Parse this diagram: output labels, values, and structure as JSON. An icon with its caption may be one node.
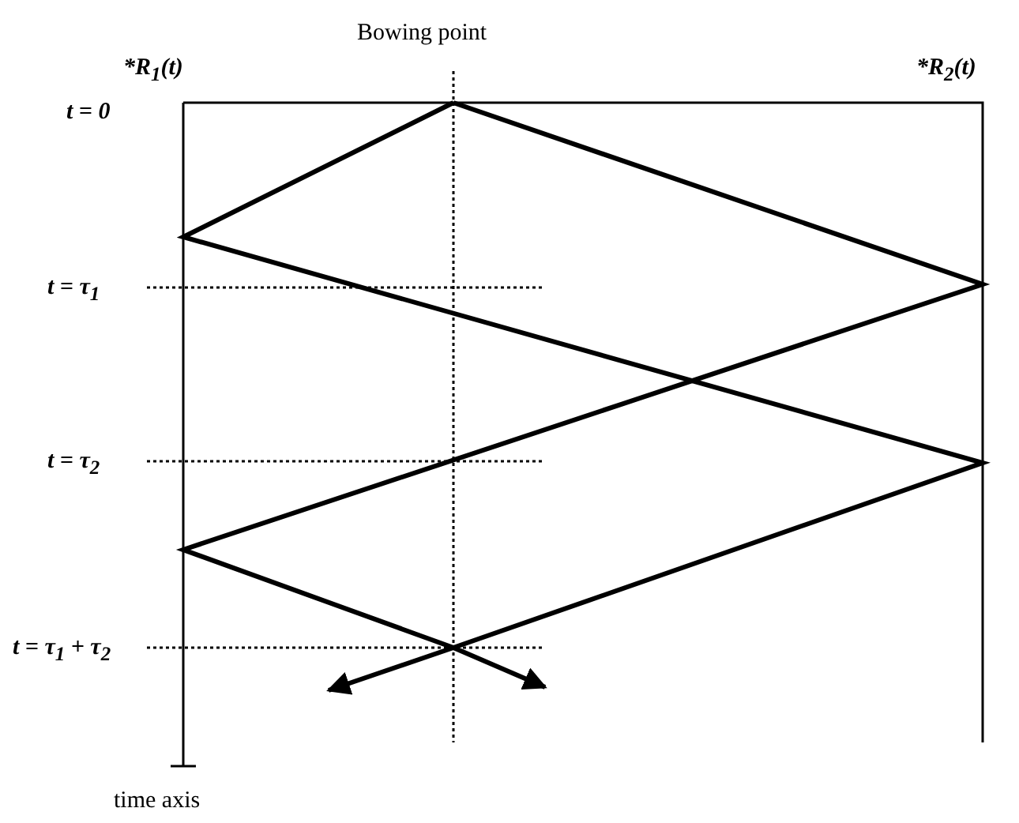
{
  "diagram": {
    "labels": [
      "Bowing point",
      "*R$_{1}$(t)",
      "*R$_{2}$(t)",
      "t = 0",
      "t = τ$_{1}$",
      "t = τ$_{2}$",
      "t = τ$_{1}$ + τ$_{2}$",
      "time axis"
    ]
  }
}
